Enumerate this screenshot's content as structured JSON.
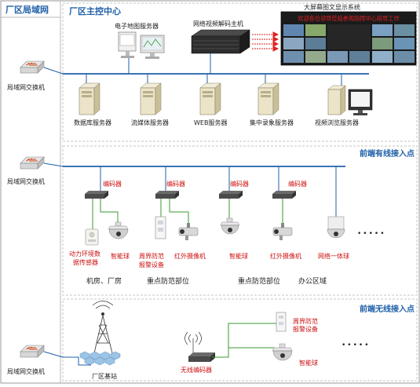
{
  "colors": {
    "section_title": "#1f5fa8",
    "red_label": "#cc1111",
    "bus_line": "#1f5fa8",
    "green_line": "#3a9a2e",
    "border": "#b8b8b8"
  },
  "sidebar": {
    "title": "厂区局域网",
    "switches": [
      {
        "label": "局域网交换机",
        "icon": "network-switch-icon"
      },
      {
        "label": "局域网交换机",
        "icon": "network-switch-icon"
      },
      {
        "label": "局域网交换机",
        "icon": "network-switch-icon"
      }
    ]
  },
  "control_center": {
    "title": "厂区主控中心",
    "map_server": "电子地图服务器",
    "decoder_host": "网络视频解码主机",
    "video_wall_title": "大屏幕图文显示系统",
    "video_wall_banner": "欢迎各位领导莅临参观指挥中心指导工作",
    "servers": [
      {
        "label": "数据库服务器",
        "icon": "server-tower-icon"
      },
      {
        "label": "流媒体服务器",
        "icon": "server-tower-icon"
      },
      {
        "label": "WEB服务器",
        "icon": "server-tower-icon"
      },
      {
        "label": "集中录象服务器",
        "icon": "server-tower-icon"
      },
      {
        "label": "视频浏览服务器",
        "icon": "monitor-icon"
      }
    ]
  },
  "wired": {
    "title": "前端有线接入点",
    "encoders": [
      "编码器",
      "编码器",
      "编码器",
      "编码器"
    ],
    "devices": [
      {
        "label": "动力环境数",
        "label2": "据传感器",
        "icon": "sensor-icon"
      },
      {
        "label": "智能球",
        "label2": "",
        "icon": "dome-camera-icon"
      },
      {
        "label": "周界防范",
        "label2": "报警设备",
        "icon": "perimeter-alarm-icon"
      },
      {
        "label": "红外摄像机",
        "label2": "",
        "icon": "ir-camera-icon"
      },
      {
        "label": "智能球",
        "label2": "",
        "icon": "dome-camera-icon"
      },
      {
        "label": "红外摄像机",
        "label2": "",
        "icon": "ir-camera-icon"
      },
      {
        "label": "网络一体球",
        "label2": "",
        "icon": "network-dome-icon"
      }
    ],
    "more": "•••••",
    "zones": [
      "机房、厂房",
      "重点防范部位",
      "重点防范部位",
      "办公区域"
    ]
  },
  "wireless": {
    "title": "前端无线接入点",
    "base_station": "厂区基站",
    "wireless_encoder": "无线编码器",
    "devices": [
      {
        "label": "周界防范",
        "label2": "报警设备",
        "icon": "perimeter-alarm-icon"
      },
      {
        "label": "智能球",
        "label2": "",
        "icon": "dome-camera-icon"
      }
    ],
    "more": "•••••"
  }
}
